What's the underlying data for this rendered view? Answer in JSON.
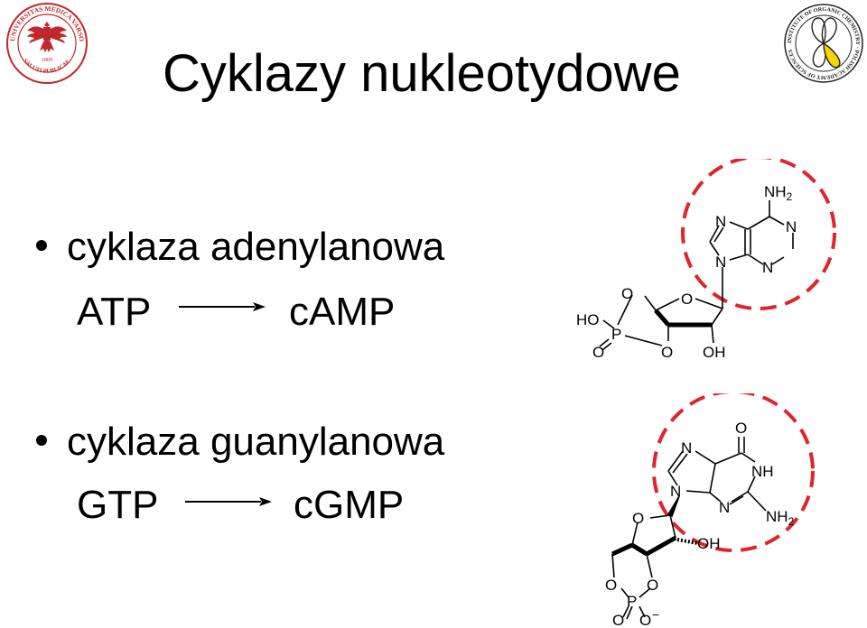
{
  "slide": {
    "title": "Cyklazy nukleotydowe",
    "items": [
      {
        "heading": "cyklaza adenylanowa",
        "substrate": "ATP",
        "product": "cAMP"
      },
      {
        "heading": "cyklaza guanylanowa",
        "substrate": "GTP",
        "product": "cGMP"
      }
    ]
  },
  "logos": {
    "left": {
      "ring_text": "UNIVERSITAS MEDICA VARSOVIENSIS",
      "motto": "SALUTI PUBLICAE",
      "year": "1809",
      "color": "#c0282d"
    },
    "right": {
      "ring_text": "INSTITUTE OF ORGANIC CHEMISTRY · POLISH ACADEMY OF SCIENCES",
      "accent": "#f5d400"
    }
  },
  "structures": {
    "camp": {
      "labels": {
        "nh2": "NH",
        "nh2_sub": "2",
        "n7": "N",
        "n1": "N",
        "n9": "N",
        "n3": "N",
        "o_top": "O",
        "o_ring": "O",
        "ho": "HO",
        "p": "P",
        "o_dbl": "O",
        "o_low": "O",
        "oh": "OH"
      }
    },
    "cgmp": {
      "labels": {
        "o_carbonyl": "O",
        "n7": "N",
        "nh": "NH",
        "n9": "N",
        "n3": "N",
        "nh2": "NH",
        "nh2_sub": "2",
        "o_ring": "O",
        "oh": "OH",
        "o_left": "O",
        "o_right": "O",
        "p": "P",
        "o_bot1": "O",
        "o_bot2": "O",
        "minus": "−"
      }
    },
    "highlight_color": "#e0242b"
  }
}
